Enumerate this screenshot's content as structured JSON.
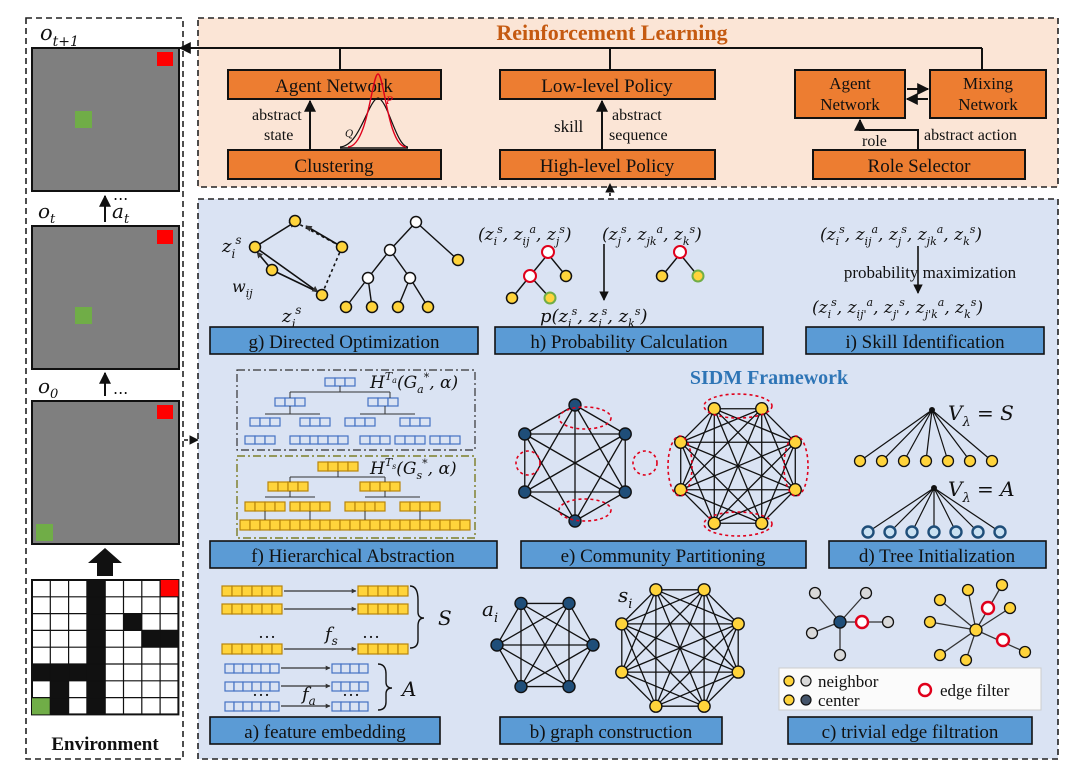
{
  "colors": {
    "rl_bg": "#fbe5d6",
    "sidm_bg": "#dae3f3",
    "box_orange": "#ed7d31",
    "box_blue": "#5b9bd5",
    "title_orange": "#c55a11",
    "title_blue": "#2e75b6",
    "node_yellow": "#ffd43b",
    "node_blue": "#1f4e79",
    "grid_gray": "#7f7f7f",
    "agent_green": "#70ad47",
    "goal_red": "#ff0000",
    "edge_red": "#e0001b"
  },
  "environment": {
    "label": "Environment",
    "obs_top": "o_{t+1}",
    "obs_mid": "o_t",
    "obs_bot": "o_0",
    "action": "a_t",
    "ellipsis": "..."
  },
  "rl": {
    "title": "Reinforcement Learning",
    "agent_network": "Agent Network",
    "clustering": "Clustering",
    "abstract_state": "abstract\nstate",
    "low_level_policy": "Low-level Policy",
    "high_level_policy": "High-level Policy",
    "skill": "skill",
    "abstract_sequence": "abstract\nsequence",
    "agent_network_2": "Agent\nNetwork",
    "mixing_network": "Mixing\nNetwork",
    "role": "role",
    "abstract_action": "abstract action",
    "role_selector": "Role Selector",
    "curve_p": "P",
    "curve_q": "Q"
  },
  "sidm": {
    "title": "SIDM Framework",
    "g_label": "g) Directed Optimization",
    "h_label": "h) Probability Calculation",
    "i_label": "i) Skill Identification",
    "f_label": "f) Hierarchical Abstraction",
    "e_label": "e) Community Partitioning",
    "d_label": "d) Tree Initialization",
    "a_label": "a) feature embedding",
    "b_label": "b) graph construction",
    "c_label": "c) trivial edge filtration",
    "g_zi": "z_i^s",
    "g_zj": "z_j^s",
    "g_wij": "w_ij",
    "h_seq": "(z_i^s, z_ij^a, z_j^s)(z_j^s, z_jk^a, z_k^s)",
    "h_prob": "p(z_i^s, z_j^s, z_k^s)",
    "i_seq1": "(z_i^s, z_ij^a, z_j^s, z_jk^a, z_k^s)",
    "i_prob_max": "probability maximization",
    "i_seq2": "(z_i^s, z_ij'^a, z_j'^s, z_j'k^a, z_k^s)",
    "f_ha": "H^{T_a}(G_a^*, α)",
    "f_hs": "H^{T_s}(G_s^*, α)",
    "d_vs": "V_λ = S",
    "d_va": "V_λ = A",
    "a_fs": "f_s",
    "a_fa": "f_a",
    "a_S": "S",
    "a_A": "A",
    "a_dots": "…",
    "b_ai": "a_i",
    "b_si": "s_i",
    "c_neighbor": "neighbor",
    "c_center": "center",
    "c_edge_filter": "edge filter"
  }
}
